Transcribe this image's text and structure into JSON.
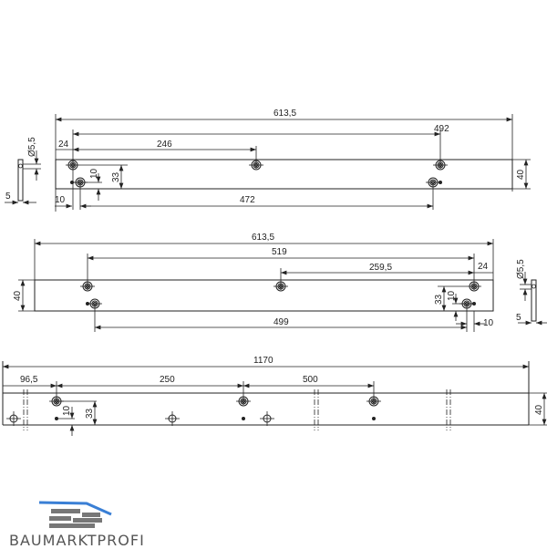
{
  "drawing_top": {
    "overall": "613,5",
    "d492": "492",
    "d246": "246",
    "d24": "24",
    "d10": "10",
    "d472": "472",
    "h33": "33",
    "h10": "10",
    "h40": "40",
    "side_dia": "Ø5,5",
    "side_5": "5"
  },
  "drawing_middle": {
    "overall": "613,5",
    "d519": "519",
    "d259": "259,5",
    "d24": "24",
    "d499": "499",
    "d10": "10",
    "h33": "33",
    "h10": "10",
    "h40": "40",
    "side_dia": "Ø5,5",
    "side_5": "5"
  },
  "drawing_bottom": {
    "overall": "1170",
    "d96": "96,5",
    "d250": "250",
    "d500": "500",
    "h10": "10",
    "h33": "33",
    "h40": "40"
  },
  "logo": {
    "text": "BAUMARKTPROFI",
    "accent": "#3a7fd5"
  }
}
